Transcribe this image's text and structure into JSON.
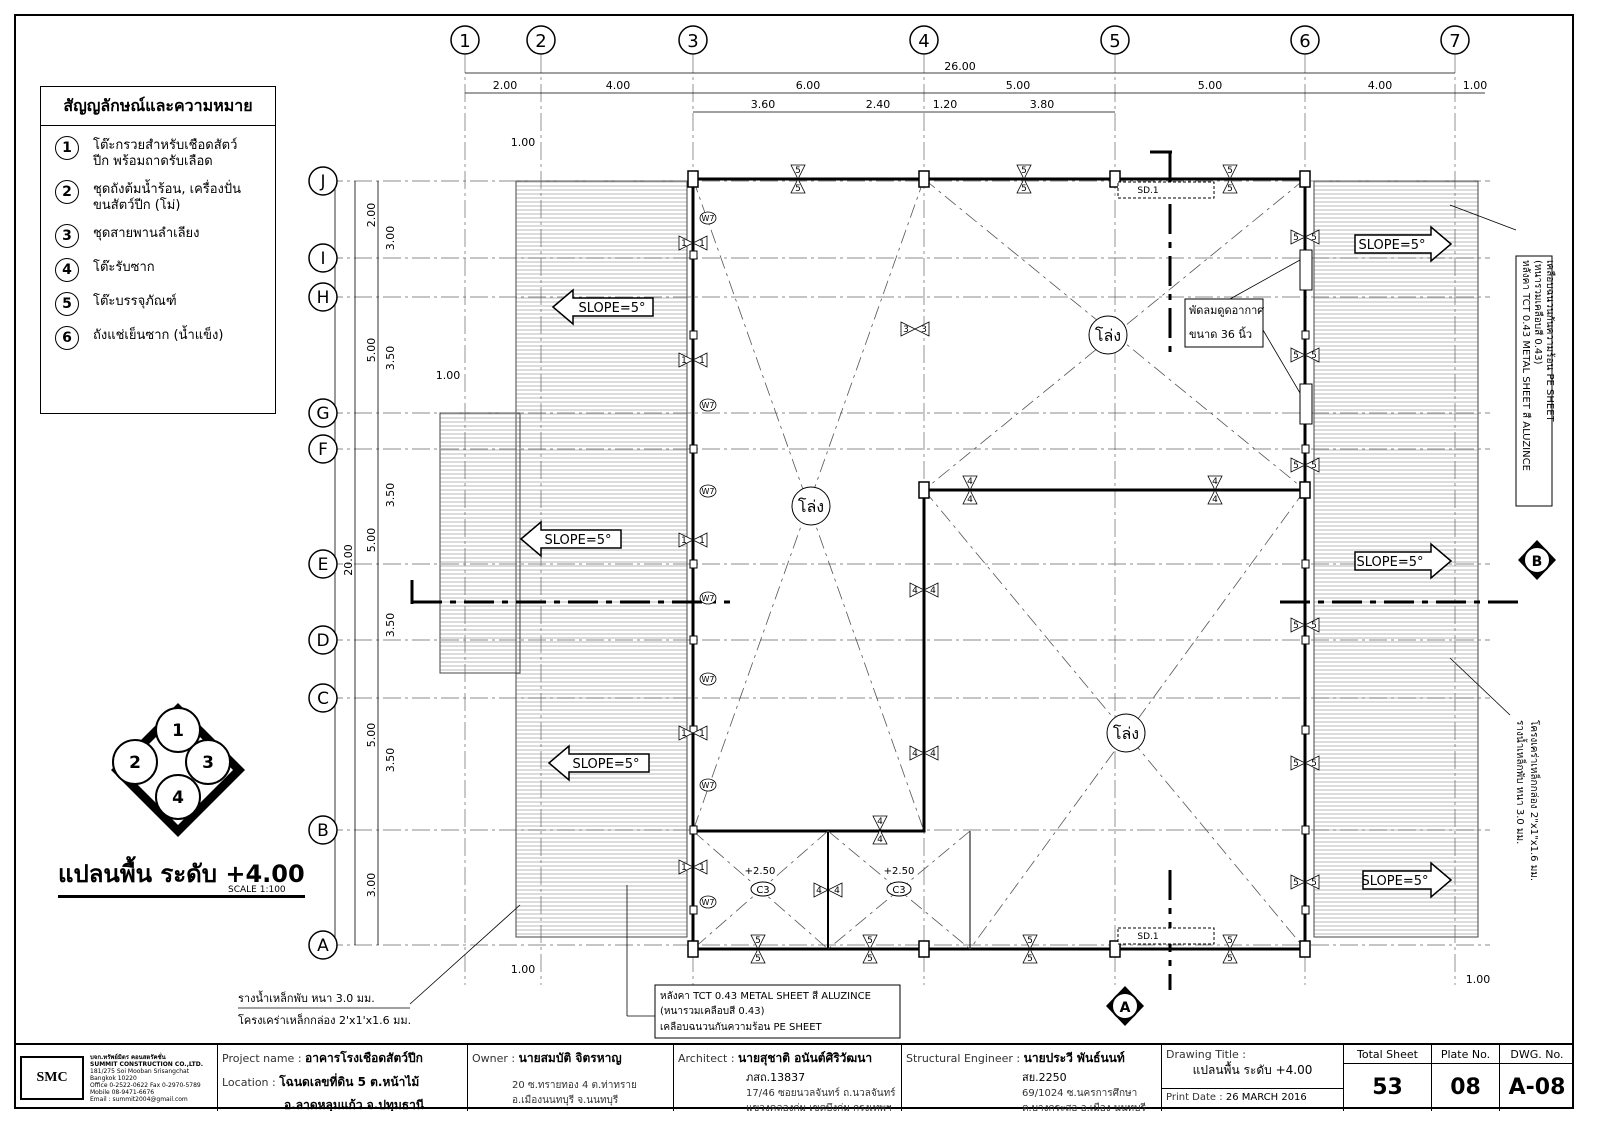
{
  "grid": {
    "columns": [
      "1",
      "2",
      "3",
      "4",
      "5",
      "6",
      "7"
    ],
    "rows": [
      "J",
      "I",
      "H",
      "G",
      "F",
      "E",
      "D",
      "C",
      "B",
      "A"
    ]
  },
  "dimensions": {
    "overall_width": "26.00",
    "top_row": [
      "2.00",
      "4.00",
      "6.00",
      "5.00",
      "5.00",
      "4.00",
      "1.00"
    ],
    "inner_row": [
      "3.60",
      "2.40",
      "1.20",
      "3.80"
    ],
    "overall_height": "20.00",
    "left_outer": [
      "2.00",
      "5.00",
      "5.00",
      "5.00",
      "3.00"
    ],
    "left_inner": [
      "3.00",
      "3.50",
      "3.50",
      "3.50",
      "3.50"
    ],
    "overhangs": [
      "1.00",
      "1.00",
      "1.00",
      "1.00"
    ]
  },
  "legend": {
    "title": "สัญญลักษณ์และความหมาย",
    "items": [
      {
        "num": "1",
        "text": "โต๊ะกรวยสำหรับเชือดสัตว์ปีก พร้อมถาดรับเลือด"
      },
      {
        "num": "2",
        "text": "ชุดถังต้มน้ำร้อน, เครื่องปั่นขนสัตว์ปีก (โม่)"
      },
      {
        "num": "3",
        "text": "ชุดสายพานลำเลียง"
      },
      {
        "num": "4",
        "text": "โต๊ะรับซาก"
      },
      {
        "num": "5",
        "text": "โต๊ะบรรจุภัณฑ์"
      },
      {
        "num": "6",
        "text": "ถังแช่เย็นซาก (น้ำแข็ง)"
      }
    ]
  },
  "key_symbol": [
    "1",
    "2",
    "3",
    "4"
  ],
  "plan": {
    "title": "แปลนพื้น ระดับ +4.00",
    "scale": "SCALE 1:100",
    "slope_label": "SLOPE=5°",
    "open_label": "โล่ง",
    "level_label": "+2.50",
    "c3_label": "C3",
    "w7_label": "W7",
    "sd_label": "SD.1",
    "section_a": "A",
    "section_b": "B",
    "fan_note": [
      "พัดลมดูดอากาศ",
      "ขนาด 36 นิ้ว"
    ],
    "roof_note_right": [
      "หลังคา TCT 0.43 METAL SHEET สี ALUZINCE",
      "(หนารวมเคลือบสี 0.43)",
      "เคลือบฉนวนกันความร้อน PE SHEET"
    ],
    "gutter_note_right": [
      "รางน้ำเหล็กพับ หนา 3.0 มม.",
      "โครงเคร่าเหล็กกล่อง 2\"x1\"x1.6 มม."
    ],
    "gutter_note_left": [
      "รางน้ำเหล็กพับ หนา 3.0 มม.",
      "โครงเคร่าเหล็กกล่อง 2'x1'x1.6 มม."
    ],
    "roof_note_bottom": [
      "หลังคา TCT 0.43 METAL SHEET สี ALUZINCE",
      "(หนารวมเคลือบสี 0.43)",
      "เคลือบฉนวนกันความร้อน PE SHEET"
    ]
  },
  "title_block": {
    "company_name": "บจก.ทรัพย์มิตร คอนสตรัคชั่น",
    "company_en": "SUMMIT CONSTRUCTION CO.,LTD.",
    "company_logo": "SMC",
    "company_addr": [
      "181/275 Soi Mooban Srisangchat",
      "Bangkok 10220",
      "Office 0-2522-0622 Fax 0-2970-5789",
      "Mobile 08-9471-6676",
      "Email : summit2004@gmail.com"
    ],
    "project_label": "Project name :",
    "project_name": "อาคารโรงเชือดสัตว์ปีก",
    "location_label": "Location :",
    "location_1": "โฉนดเลขที่ดิน 5 ต.หน้าไม้",
    "location_2": "อ.ลาดหลุมแก้ว จ.ปทุมธานี",
    "owner_label": "Owner :",
    "owner_name": "นายสมบัติ จิตรหาญ",
    "owner_addr_1": "20 ซ.ทรายทอง 4 ต.ท่าทราย",
    "owner_addr_2": "อ.เมืองนนทบุรี จ.นนทบุรี",
    "architect_label": "Architect :",
    "architect_name": "นายสุชาติ อนันต์ศิริวัฒนา",
    "architect_license": "ภสถ.13837",
    "architect_addr_1": "17/46 ซอยนวลจันทร์ ถ.นวลจันทร์",
    "architect_addr_2": "แขวงคลองกุ่ม เขตบึงกุ่ม กรุงเทพฯ",
    "structural_label": "Structural Engineer :",
    "structural_name": "นายประวี พันธ์นนท์",
    "structural_license": "สย.2250",
    "structural_addr_1": "69/1024 ซ.นครการศึกษา",
    "structural_addr_2": "ต.บางกระสอ อ.เมือง นนทบุรี",
    "drawing_title_label": "Drawing Title :",
    "drawing_title": "แปลนพื้น ระดับ +4.00",
    "print_date_label": "Print Date :",
    "print_date": "26 MARCH 2016",
    "total_sheet_label": "Total Sheet",
    "total_sheet": "53",
    "plate_label": "Plate No.",
    "plate_no": "08",
    "dwg_label": "DWG. No.",
    "dwg_no": "A-08"
  }
}
